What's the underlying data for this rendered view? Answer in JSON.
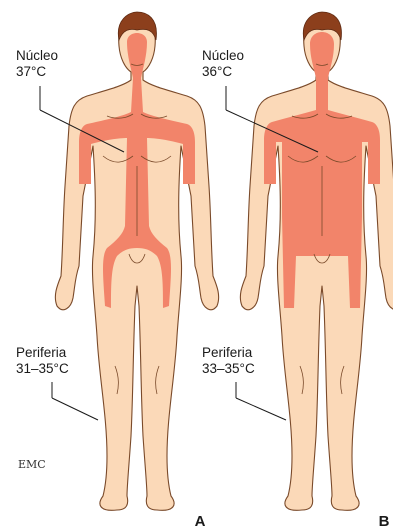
{
  "figure_a": {
    "core_label": "Núcleo",
    "core_temp": "37°C",
    "periphery_label": "Periferia",
    "periphery_temp": "31–35°C",
    "panel_letter": "A"
  },
  "figure_b": {
    "core_label": "Núcleo",
    "core_temp": "36°C",
    "periphery_label": "Periferia",
    "periphery_temp": "33–35°C",
    "panel_letter": "B"
  },
  "logo_text": "EMC",
  "colors": {
    "skin": "#fbd9b8",
    "core": "#f2846a",
    "hair": "#8c3f1c",
    "outline": "#7a4a2a"
  }
}
